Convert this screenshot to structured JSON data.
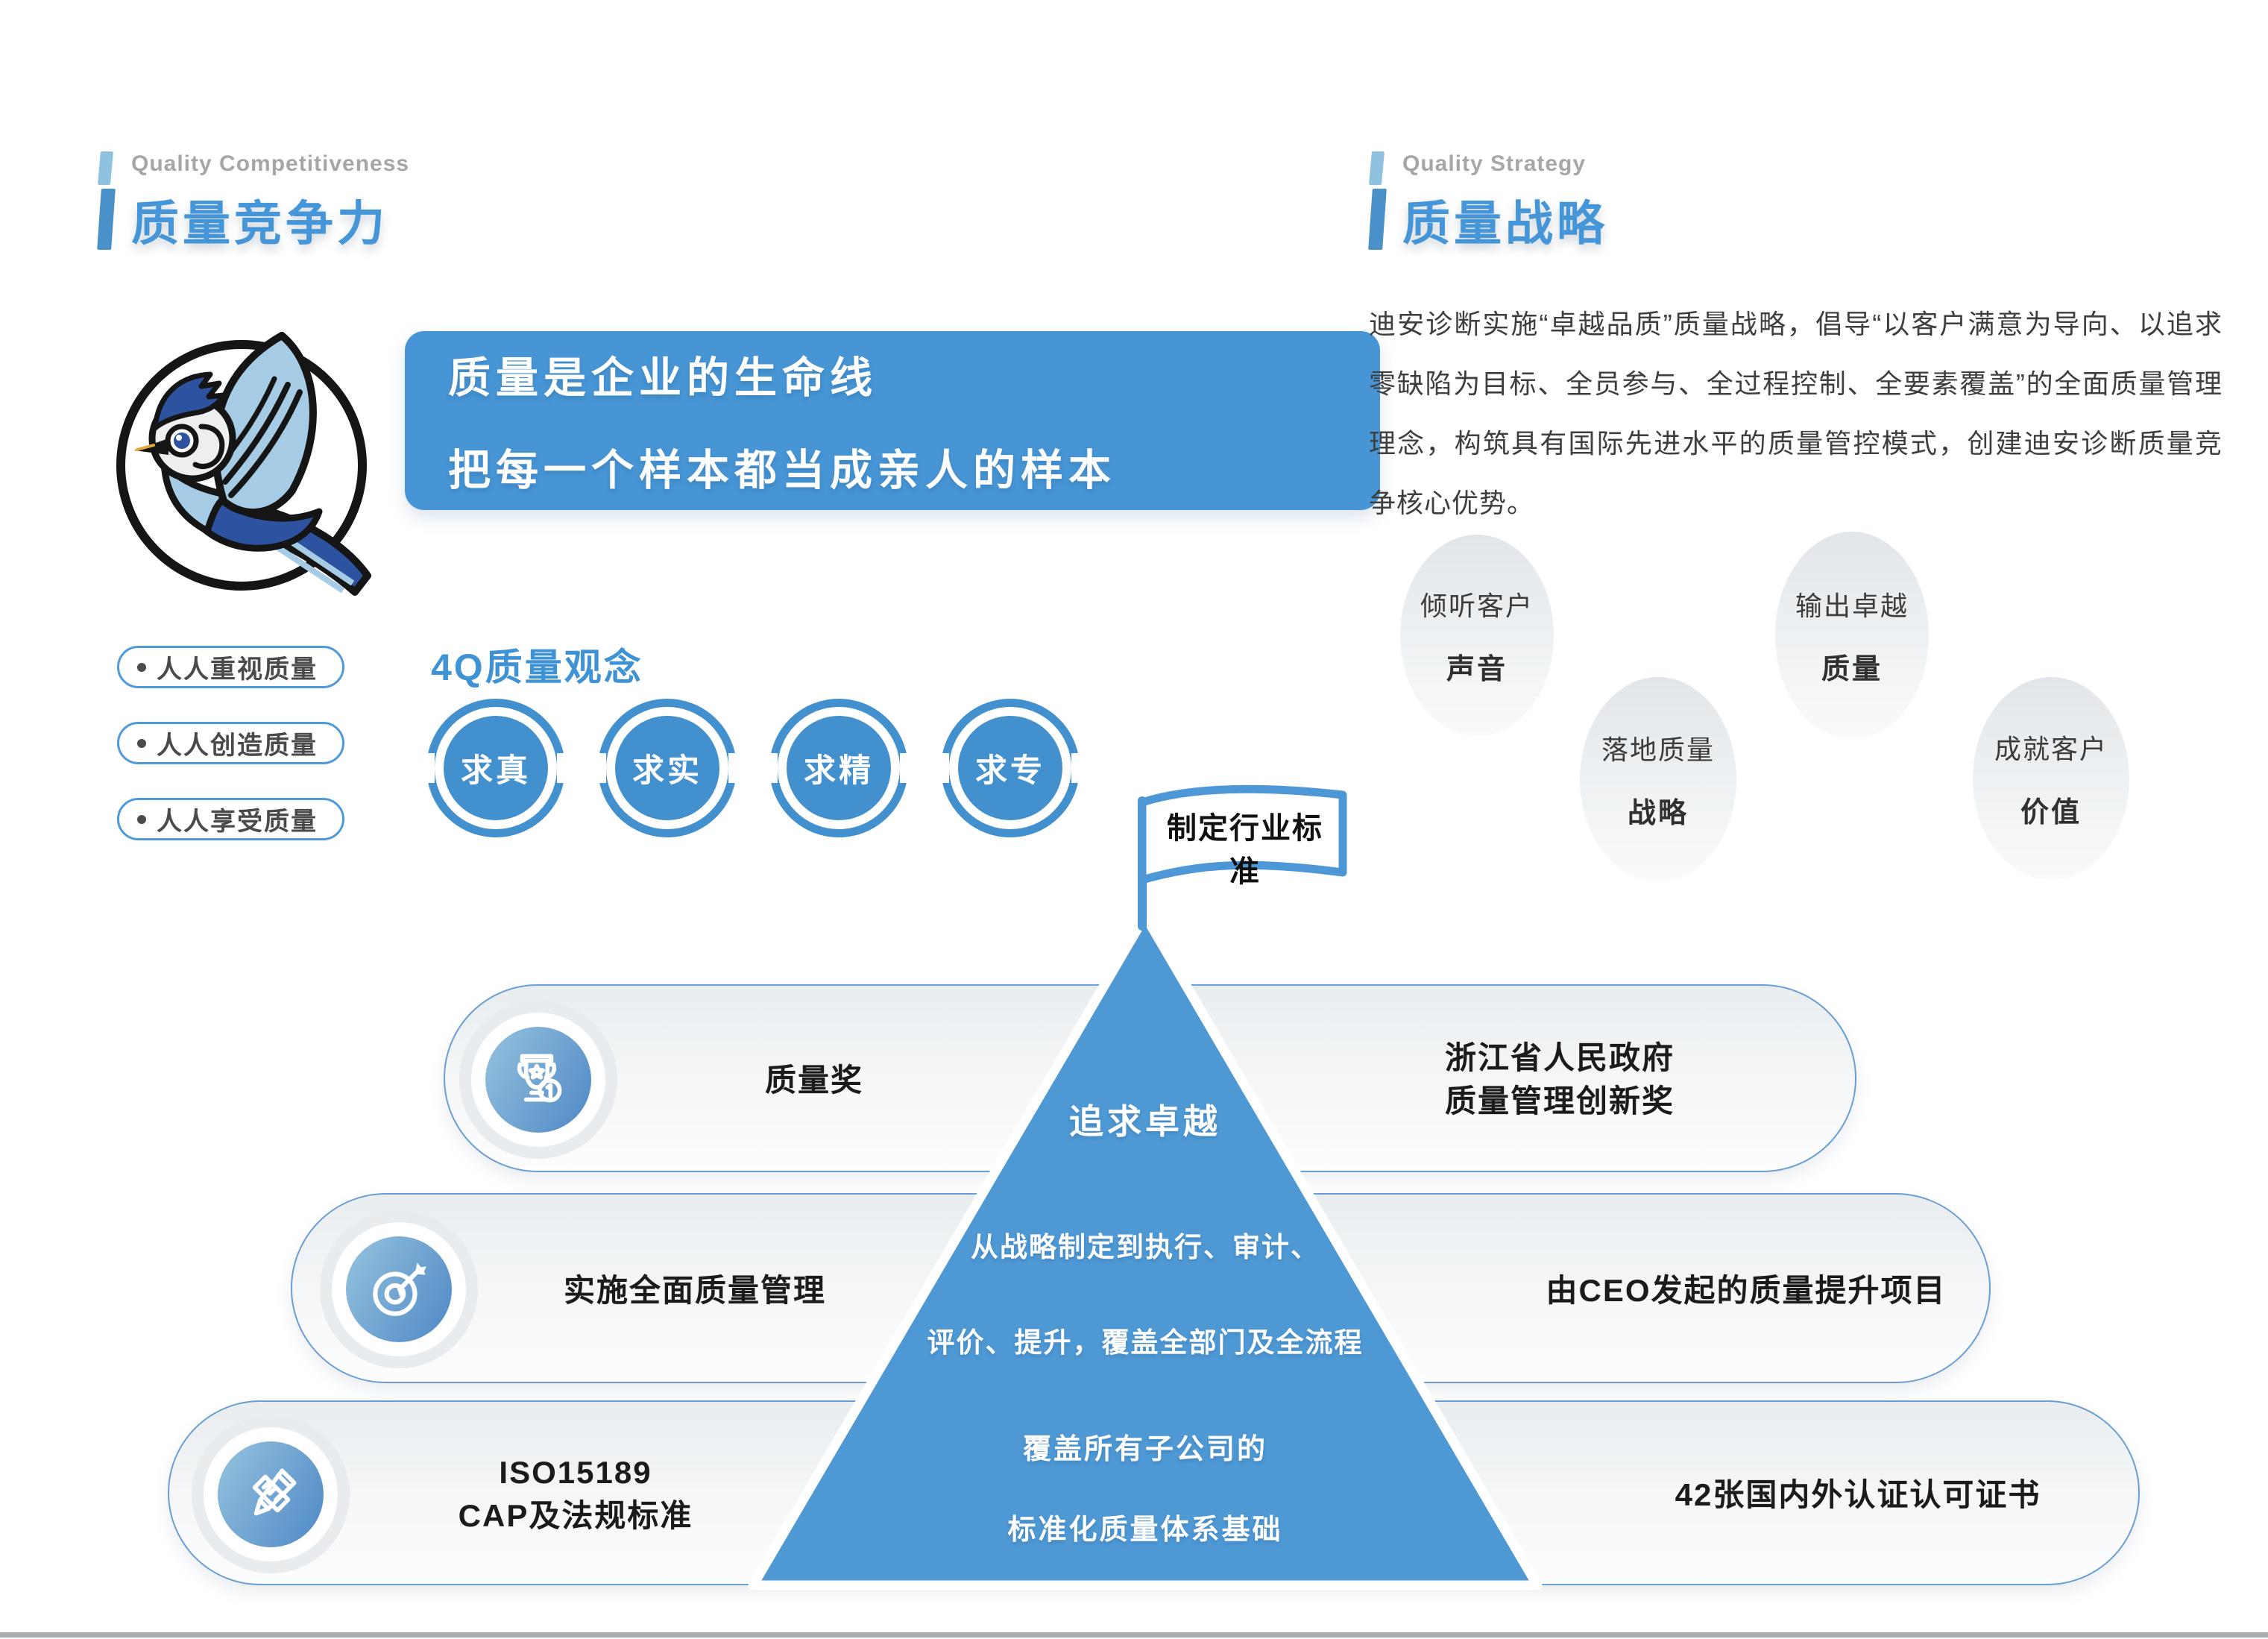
{
  "header_left": {
    "en": "Quality Competitiveness",
    "zh": "质量竞争力"
  },
  "header_right": {
    "en": "Quality Strategy",
    "zh": "质量战略"
  },
  "banner": {
    "line1": "质量是企业的生命线",
    "line2": "把每一个样本都当成亲人的样本"
  },
  "pills": [
    "人人重视质量",
    "人人创造质量",
    "人人享受质量"
  ],
  "four_q": {
    "title": "4Q质量观念",
    "items": [
      "求真",
      "求实",
      "求精",
      "求专"
    ]
  },
  "strategy": {
    "paragraph": "迪安诊断实施“卓越品质”质量战略，倡导“以客户满意为导向、以追求零缺陷为目标、全员参与、全过程控制、全要素覆盖”的全面质量管理理念，构筑具有国际先进水平的质量管控模式，创建迪安诊断质量竞争核心优势。",
    "bubbles": [
      {
        "l1": "倾听客户",
        "l2": "声音"
      },
      {
        "l1": "落地质量",
        "l2": "战略"
      },
      {
        "l1": "输出卓越",
        "l2": "质量"
      },
      {
        "l1": "成就客户",
        "l2": "价值"
      }
    ]
  },
  "pyramid": {
    "flag": "制定行业标准",
    "level1": {
      "icon": "trophy-icon",
      "left": "质量奖",
      "center": "追求卓越",
      "right1": "浙江省人民政府",
      "right2": "质量管理创新奖"
    },
    "level2": {
      "icon": "target-arrow-icon",
      "left": "实施全面质量管理",
      "center1": "从战略制定到执行、审计、",
      "center2": "评价、提升，覆盖全部门及全流程",
      "right": "由CEO发起的质量提升项目"
    },
    "level3": {
      "icon": "pencil-ruler-icon",
      "left1": "ISO15189",
      "left2": "CAP及法规标准",
      "center1": "覆盖所有子公司的",
      "center2": "标准化质量体系基础",
      "right": "42张国内外认证认可证书"
    }
  },
  "logo": {
    "icon": "bluejay-logo"
  },
  "colors": {
    "primary_blue": "#4795d5",
    "triangle_blue": "#4e98d4",
    "circle_blue": "#4390cf",
    "header_blue": "#4596d8",
    "accent_light": "#8fc2de",
    "gray_text": "#a4a7aa",
    "bubble_gray": "#e8ecef"
  }
}
